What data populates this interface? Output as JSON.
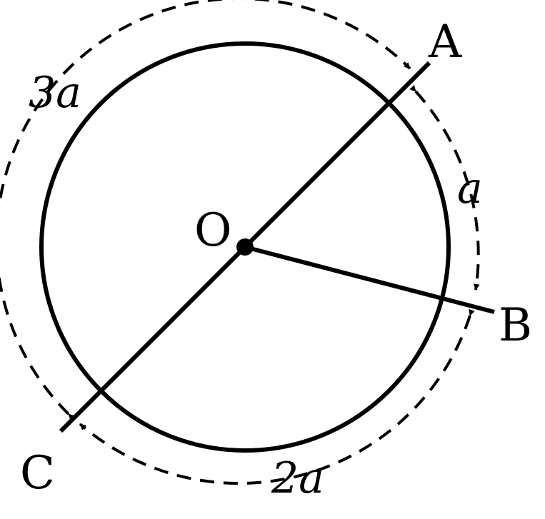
{
  "colors": {
    "stroke": "#000000",
    "background": "#ffffff"
  },
  "labels": {
    "center": "O",
    "point_a": "A",
    "point_b": "B",
    "point_c": "C"
  },
  "arcs": {
    "ab": "a",
    "bc": "2a",
    "ca": "3a"
  }
}
